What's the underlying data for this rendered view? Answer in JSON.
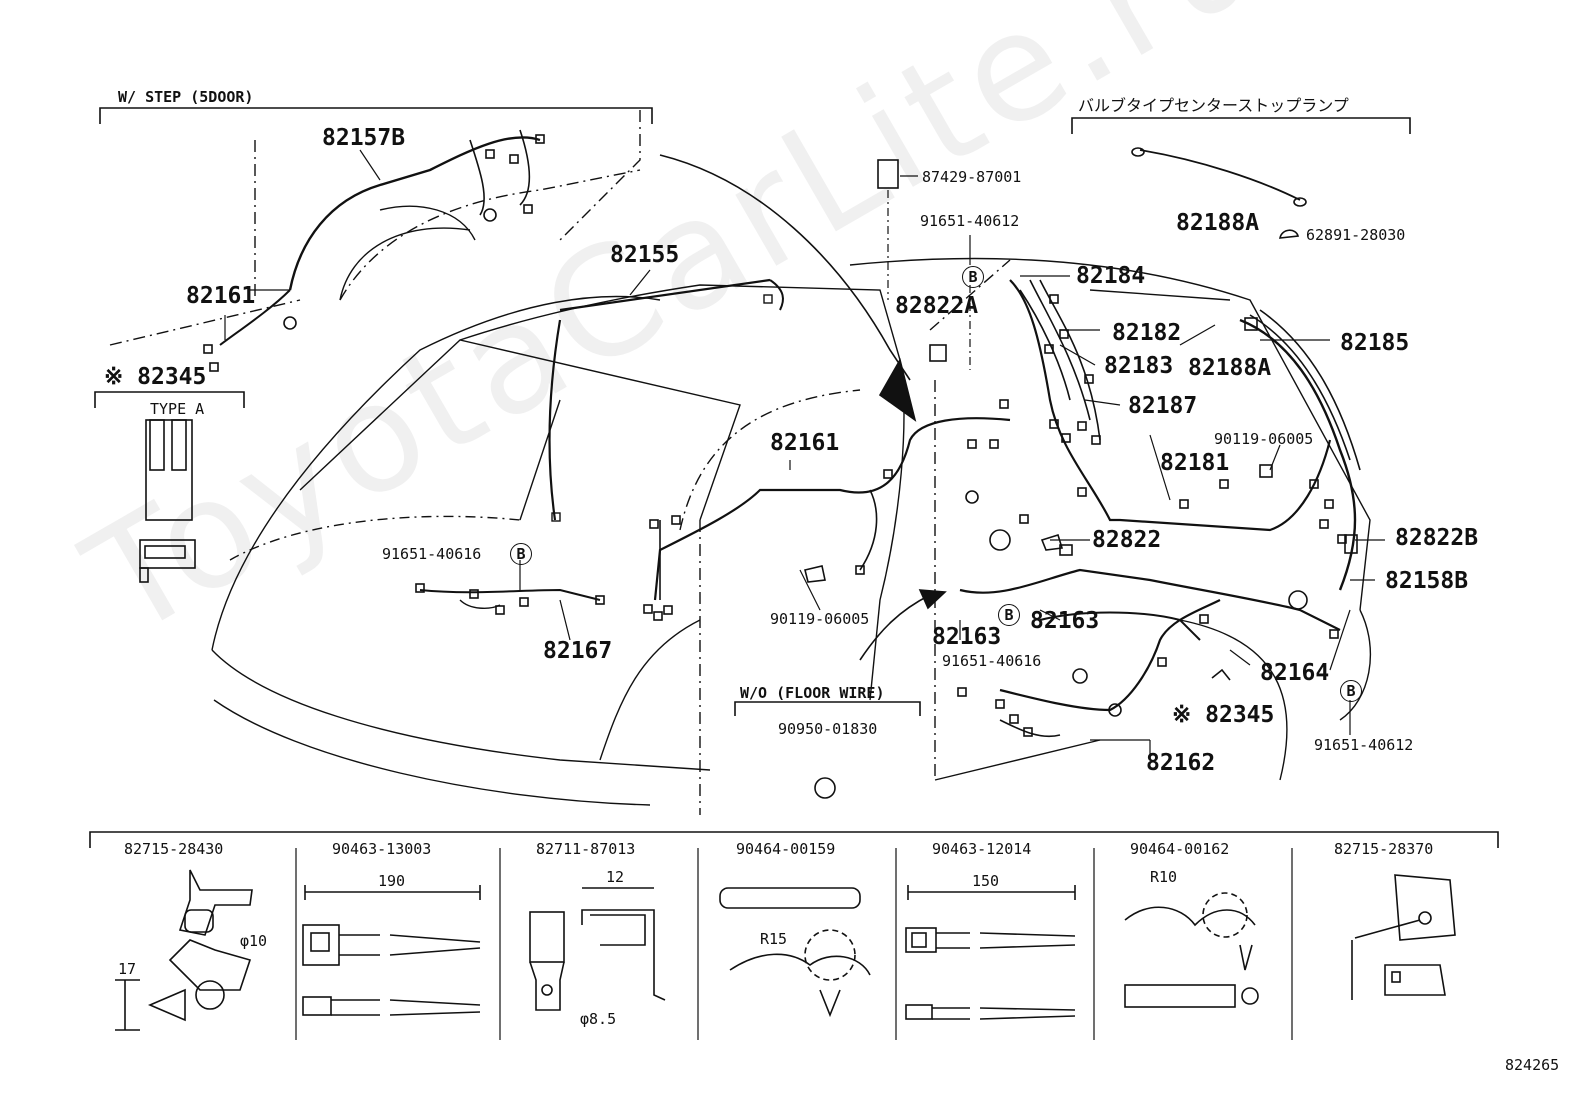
{
  "diagram": {
    "watermark": "ToyotaCarLite.ru",
    "figure_number": "824265",
    "groups": {
      "w_step": "W/ STEP (5DOOR)",
      "bulb_type": "バルブタイプセンターストップランプ",
      "type_a": "TYPE A",
      "wo_floor": "W/O (FLOOR  WIRE)"
    },
    "parts": {
      "p82157B": "82157B",
      "p82155": "82155",
      "p82161_top": "82161",
      "p82345_left": "※ 82345",
      "p87429": "87429-87001",
      "p91651_top": "91651-40612",
      "p82822A": "82822A",
      "p82184": "82184",
      "p82188A_top": "82188A",
      "p62891": "62891-28030",
      "p82182": "82182",
      "p82183": "82183",
      "p82188A_mid": "82188A",
      "p82185": "82185",
      "p82187": "82187",
      "p90119_right": "90119-06005",
      "p82181": "82181",
      "p82161_mid": "82161",
      "p91651_left": "91651-40616",
      "p82167": "82167",
      "p90119_mid": "90119-06005",
      "p82822": "82822",
      "p82822B": "82822B",
      "p82158B": "82158B",
      "p82163_a": "82163",
      "p82163_b": "82163",
      "p91651_mid": "91651-40616",
      "p82164": "82164",
      "p90950": "90950-01830",
      "p82345_right": "※ 82345",
      "p82162": "82162",
      "p91651_right": "91651-40612"
    },
    "clips": [
      {
        "part": "82715-28430",
        "dim1": "17",
        "dim2": "φ10"
      },
      {
        "part": "90463-13003",
        "dim1": "190"
      },
      {
        "part": "82711-87013",
        "dim1": "12",
        "dim2": "φ8.5"
      },
      {
        "part": "90464-00159",
        "dim1": "R15"
      },
      {
        "part": "90463-12014",
        "dim1": "150"
      },
      {
        "part": "90464-00162",
        "dim1": "R10"
      },
      {
        "part": "82715-28370"
      }
    ],
    "marker_b": "B"
  }
}
